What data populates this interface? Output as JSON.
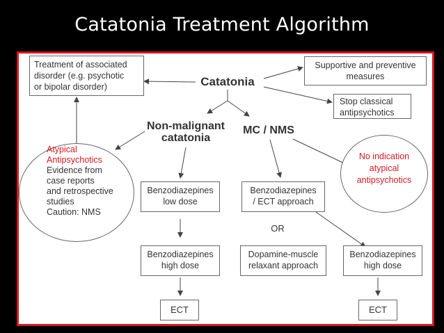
{
  "slide": {
    "title": "Catatonia Treatment Algorithm"
  },
  "nodes": {
    "catatonia": "Catatonia",
    "associated": [
      "Treatment of associated",
      "disorder (e.g. psychotic",
      "or bipolar disorder)"
    ],
    "supportive": [
      "Supportive and preventive",
      "measures"
    ],
    "stop": [
      "Stop classical",
      "antipsychotics"
    ],
    "non_malignant": [
      "Non-malignant",
      "catatonia"
    ],
    "mc_nms": "MC / NMS",
    "atypical_title": [
      "Atypical",
      "Antipsychotics"
    ],
    "atypical_body": [
      "Evidence from",
      "case reports",
      "and retrospective",
      "studies",
      "Caution: NMS"
    ],
    "no_indication": [
      "No indication",
      "atypical",
      "antipsychotics"
    ],
    "benzo_low": [
      "Benzodiazepines",
      "low dose"
    ],
    "benzo_ect": [
      "Benzodiazepines",
      "/ ECT approach"
    ],
    "or": "OR",
    "benzo_high_left": [
      "Benzodiazepines",
      "high dose"
    ],
    "dopamine": [
      "Dopamine-muscle",
      "relaxant approach"
    ],
    "benzo_high_right": [
      "Benzodiazepines",
      "high dose"
    ],
    "ect_left": "ECT",
    "ect_right": "ECT"
  },
  "colors": {
    "frame": "#d71920",
    "highlight_text": "#d71920",
    "text": "#333333",
    "background": "#000000"
  }
}
